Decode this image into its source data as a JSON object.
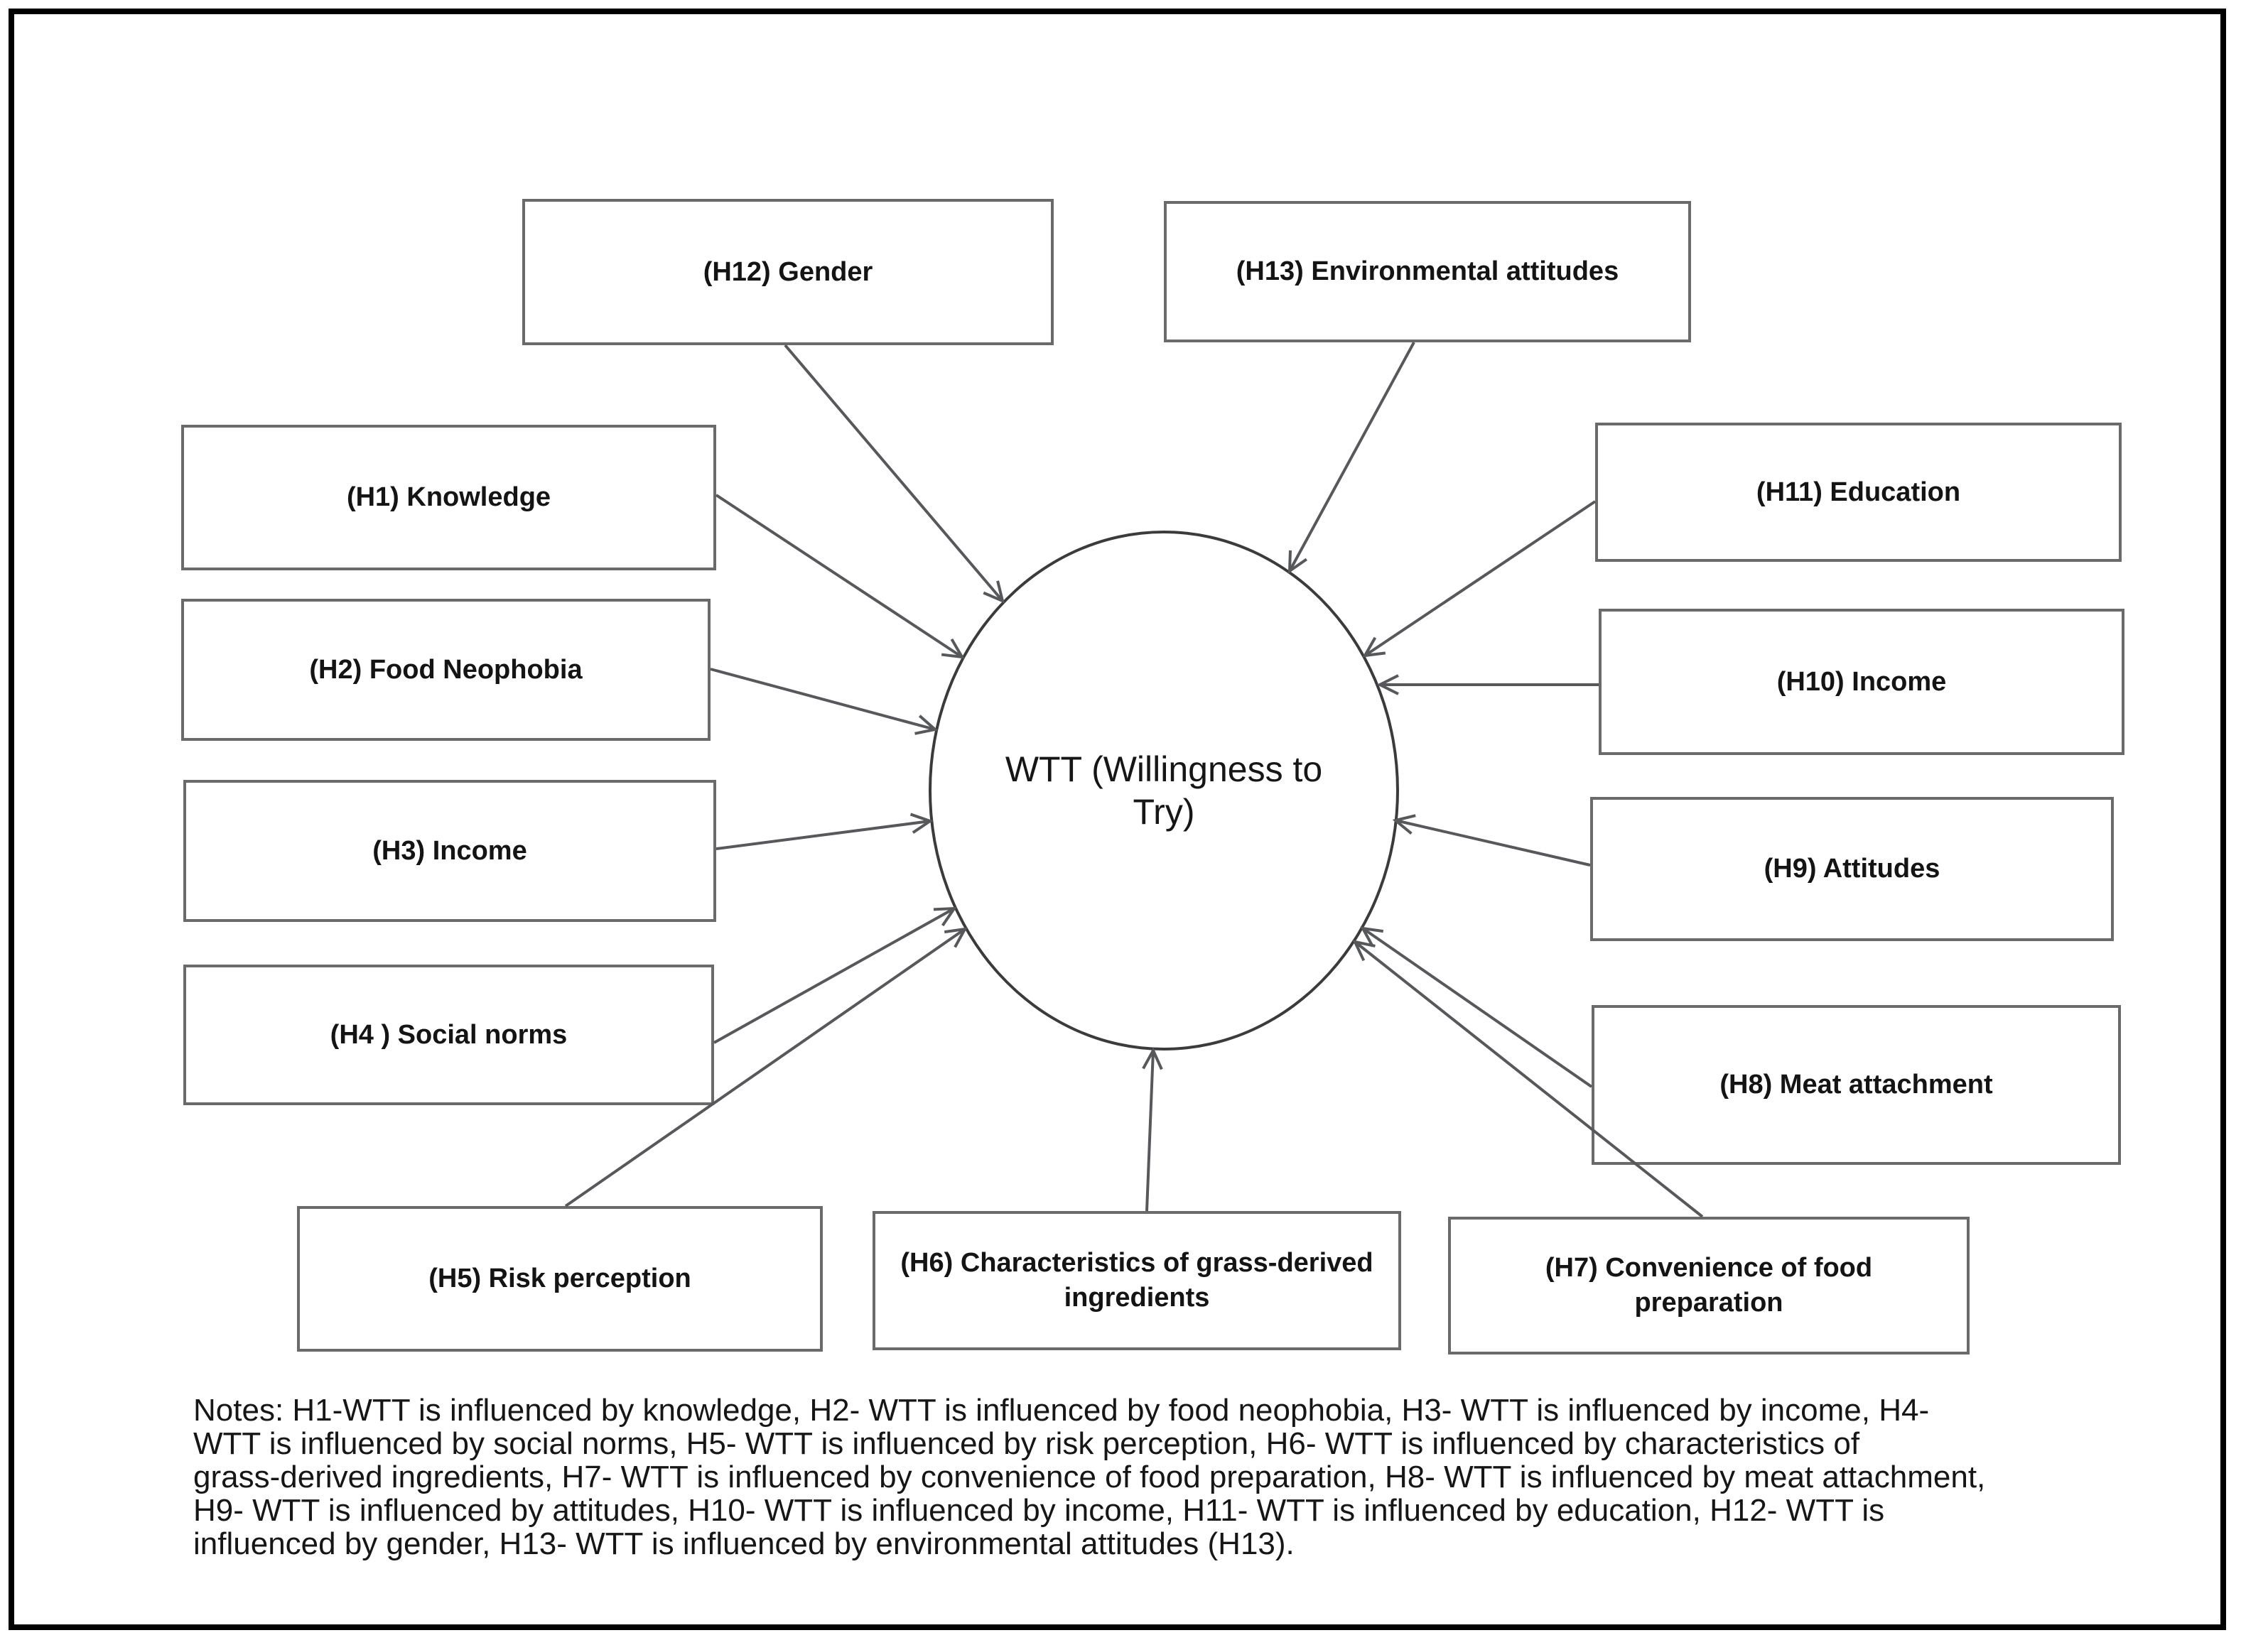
{
  "figure": {
    "center": {
      "line1": "WTT (Willingness to",
      "line2": "Try)"
    },
    "nodes": {
      "h1": "(H1) Knowledge",
      "h2": "(H2) Food Neophobia",
      "h3": "(H3) Income",
      "h4": "(H4 ) Social norms",
      "h5": "(H5) Risk perception",
      "h6": "(H6) Characteristics of grass-derived ingredients",
      "h7": "(H7) Convenience of food preparation",
      "h8": "(H8) Meat attachment",
      "h9": "(H9) Attitudes",
      "h10": "(H10) Income",
      "h11": "(H11) Education",
      "h12": "(H12) Gender",
      "h13": "(H13) Environmental attitudes"
    },
    "notes": {
      "line1": "Notes: H1-WTT is influenced by knowledge, H2- WTT is influenced by food neophobia, H3- WTT is influenced by income, H4-",
      "line2": "WTT is influenced by social norms, H5- WTT is influenced by risk perception, H6- WTT is influenced by characteristics of",
      "line3": "grass-derived ingredients, H7- WTT is influenced by convenience of food preparation, H8- WTT is influenced by meat attachment,",
      "line4": "H9- WTT is influenced by attitudes, H10- WTT is influenced by income, H11- WTT is influenced by education, H12- WTT is",
      "line5": "influenced by gender, H13- WTT is influenced by environmental attitudes (H13)."
    },
    "colors": {
      "box_border": "#6a6a6a",
      "ellipse_border": "#3b3b3b",
      "arrow": "#57585b",
      "text": "#141414",
      "frame": "#000000"
    }
  }
}
